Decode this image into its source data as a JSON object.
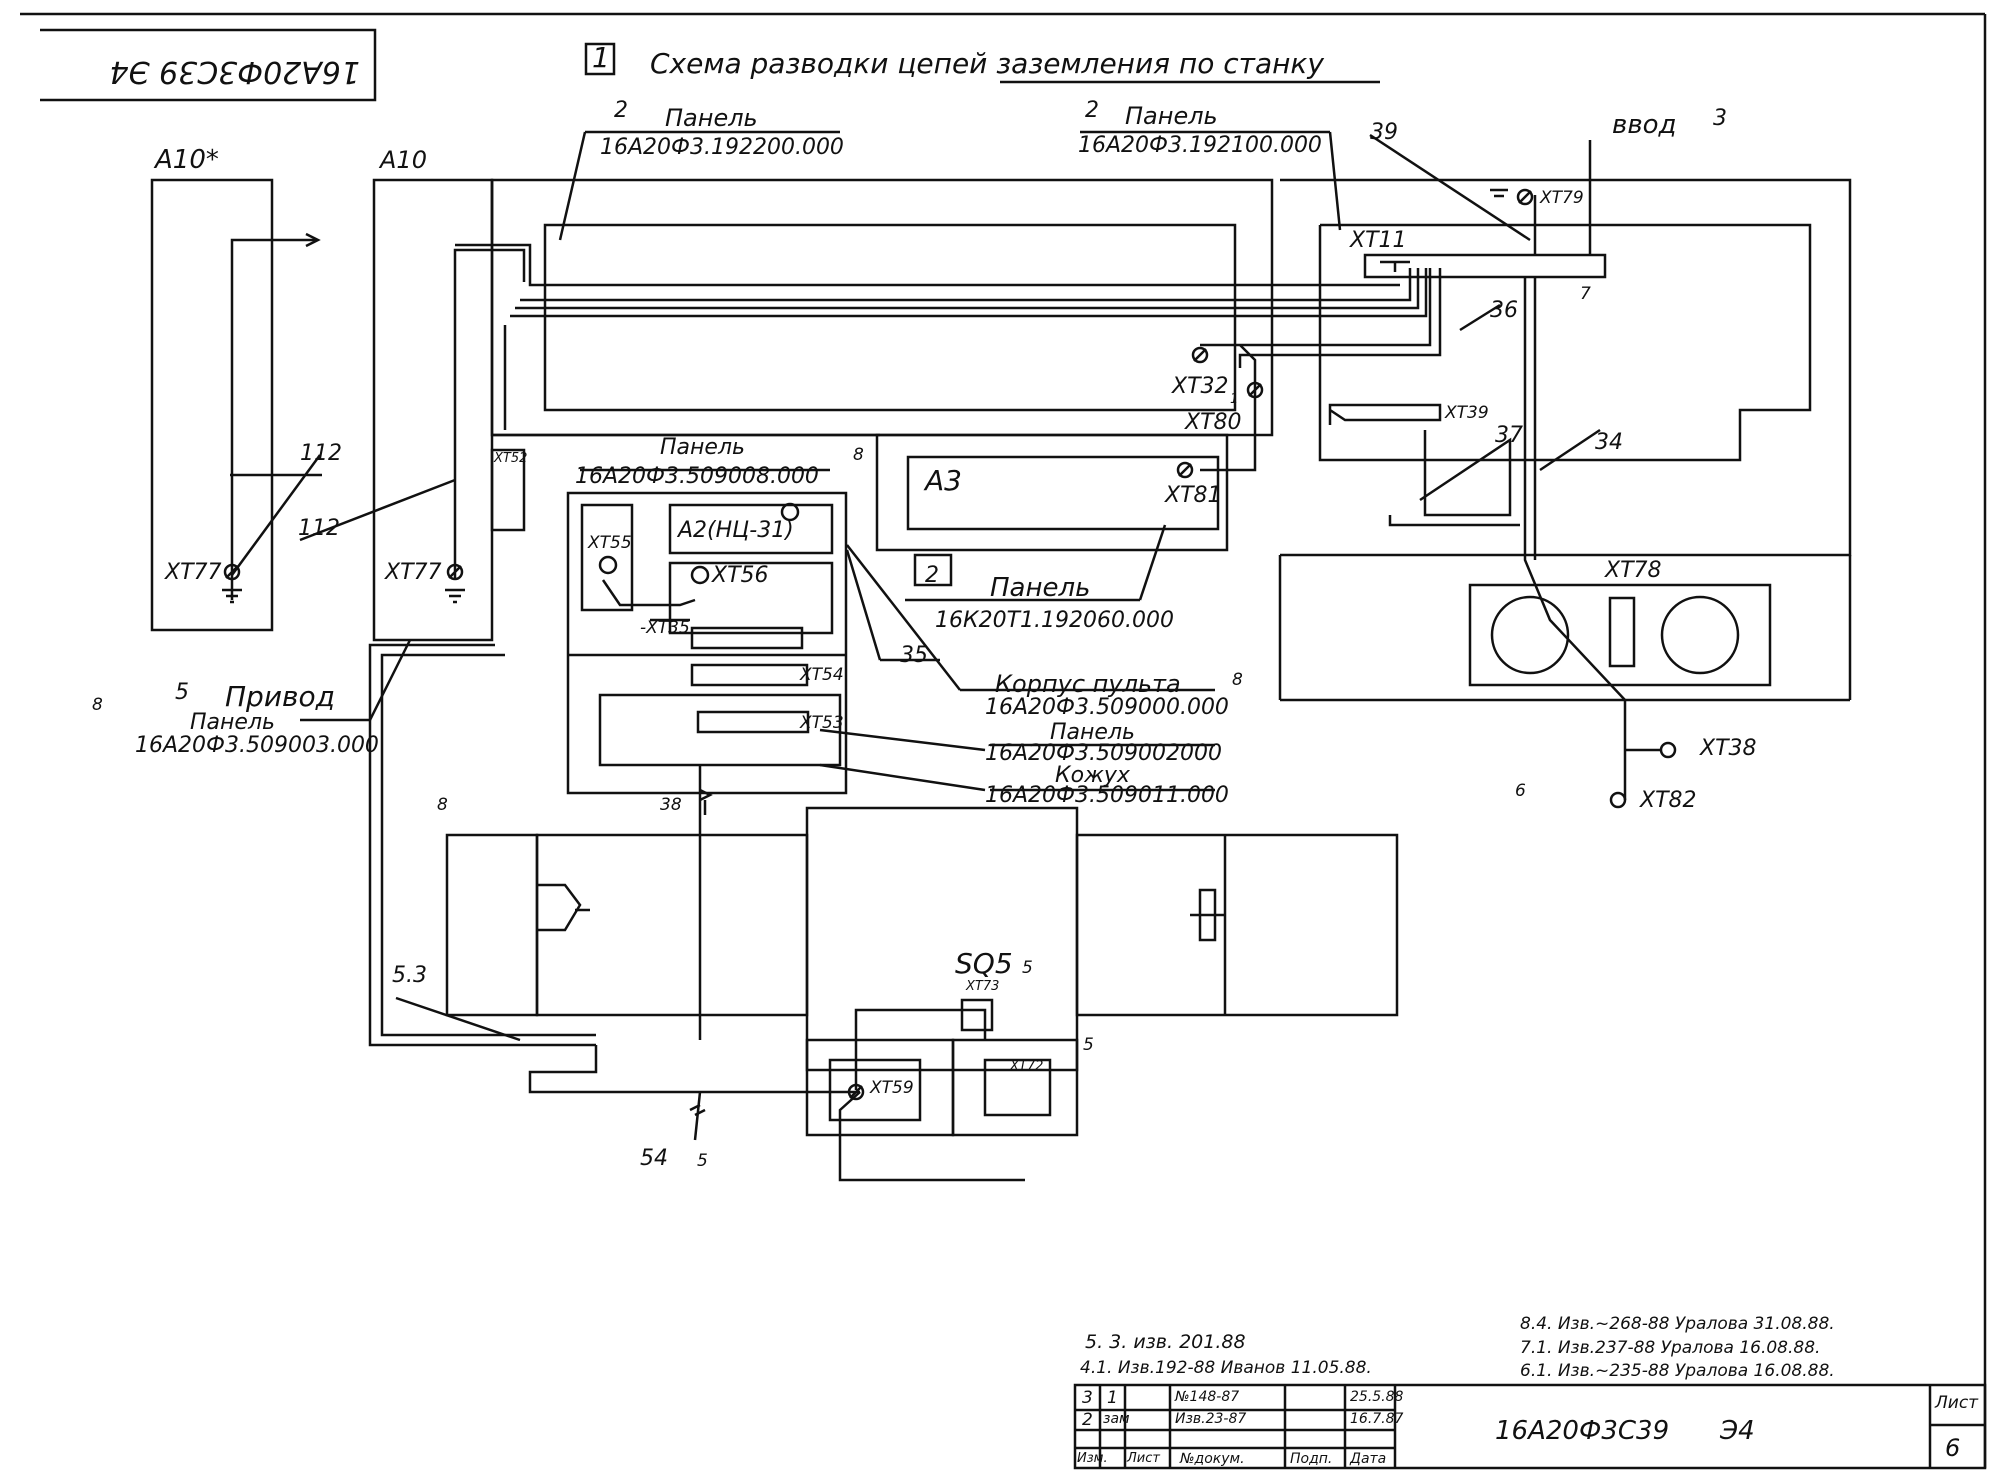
{
  "doc_code_rotated": "16А20Ф3С39 Э4",
  "title": "Схема разводки цепей заземления по станку",
  "title_index": "1",
  "labels": {
    "a10_star": "А10*",
    "a10": "А10",
    "xt77_left": "ХТ77",
    "xt77_right": "ХТ77",
    "wire_112_a": "112",
    "wire_112_b": "112",
    "xt52": "ХТ52",
    "panel_top_left_index": "2",
    "panel_top_left": "Панель",
    "panel_top_left_code": "16А20Ф3.192200.000",
    "panel_top_right_index": "2",
    "panel_top_right": "Панель",
    "panel_top_right_code": "16А20Ф3.192100.000",
    "vvod": "ввод",
    "vvod_index": "3",
    "wire_39": "39",
    "xt79": "ХТ79",
    "xt11": "ХТ11",
    "wire_36": "36",
    "circ_7": "7",
    "xt32": "ХТ32",
    "circ_1": "1",
    "xt80": "ХТ80",
    "xt39": "ХТ39",
    "wire_37": "37",
    "wire_34": "34",
    "panel_pult": "Панель",
    "panel_pult_code": "16А20Ф3.509008.000",
    "circ_8a": "8",
    "a3": "А3",
    "xt81": "ХТ81",
    "panel_mid_index": "2",
    "panel_mid": "Панель",
    "panel_mid_code": "16К20Т1.192060.000",
    "xt78": "ХТ78",
    "xt55": "ХТ55",
    "a2": "А2(НЦ-31)",
    "xt56": "ХТ56",
    "xt35": "-ХТ35",
    "wire_35": "35",
    "xt54": "ХТ54",
    "xt53": "ХТ53",
    "korpus": "Корпус пульта",
    "korpus_code": "16А20Ф3.509000.000",
    "circ_8b": "8",
    "panel_2": "Панель",
    "panel_2_code": "16А20Ф3.509002000",
    "kozhukh": "Кожух",
    "kozhukh_code": "16А20Ф3.509011.000",
    "xt38": "ХТ38",
    "xt82": "ХТ82",
    "circ_6": "6",
    "privod_index": "5",
    "privod": "Привод",
    "privod_panel": "Панель",
    "privod_code": "16А20Ф3.509003.000",
    "circ_8c": "8",
    "circ_8d": "8",
    "wire_38": "38",
    "wire_53": "5.3",
    "sq5": "SQ5",
    "circ_5a": "5",
    "xt73": "ХТ73",
    "circ_5b": "5",
    "xt72": "ХТ72",
    "xt59": "ХТ59",
    "wire_54": "54",
    "circ_5c": "5"
  },
  "revisions": {
    "left_1": "5. 3. изв. 201.88",
    "left_2": "4.1. Изв.192-88 Иванов 11.05.88.",
    "right_1": "8.4. Изв.~268-88 Уралова 31.08.88.",
    "right_2": "7.1. Изв.237-88 Уралова 16.08.88.",
    "right_3": "6.1. Изв.~235-88 Уралова 16.08.88."
  },
  "stamp": {
    "row1": [
      "3",
      "1",
      "№148-87",
      "",
      "25.5.88"
    ],
    "row2": [
      "2",
      "зам",
      "Изв.23-87",
      "",
      "16.7.87"
    ],
    "headers": [
      "Изм.",
      "Лист",
      "№докум.",
      "Подп.",
      "Дата"
    ],
    "code": "16А20Ф3С39",
    "doc_type": "Э4",
    "sheet_label": "Лист",
    "sheet_num": "6"
  }
}
